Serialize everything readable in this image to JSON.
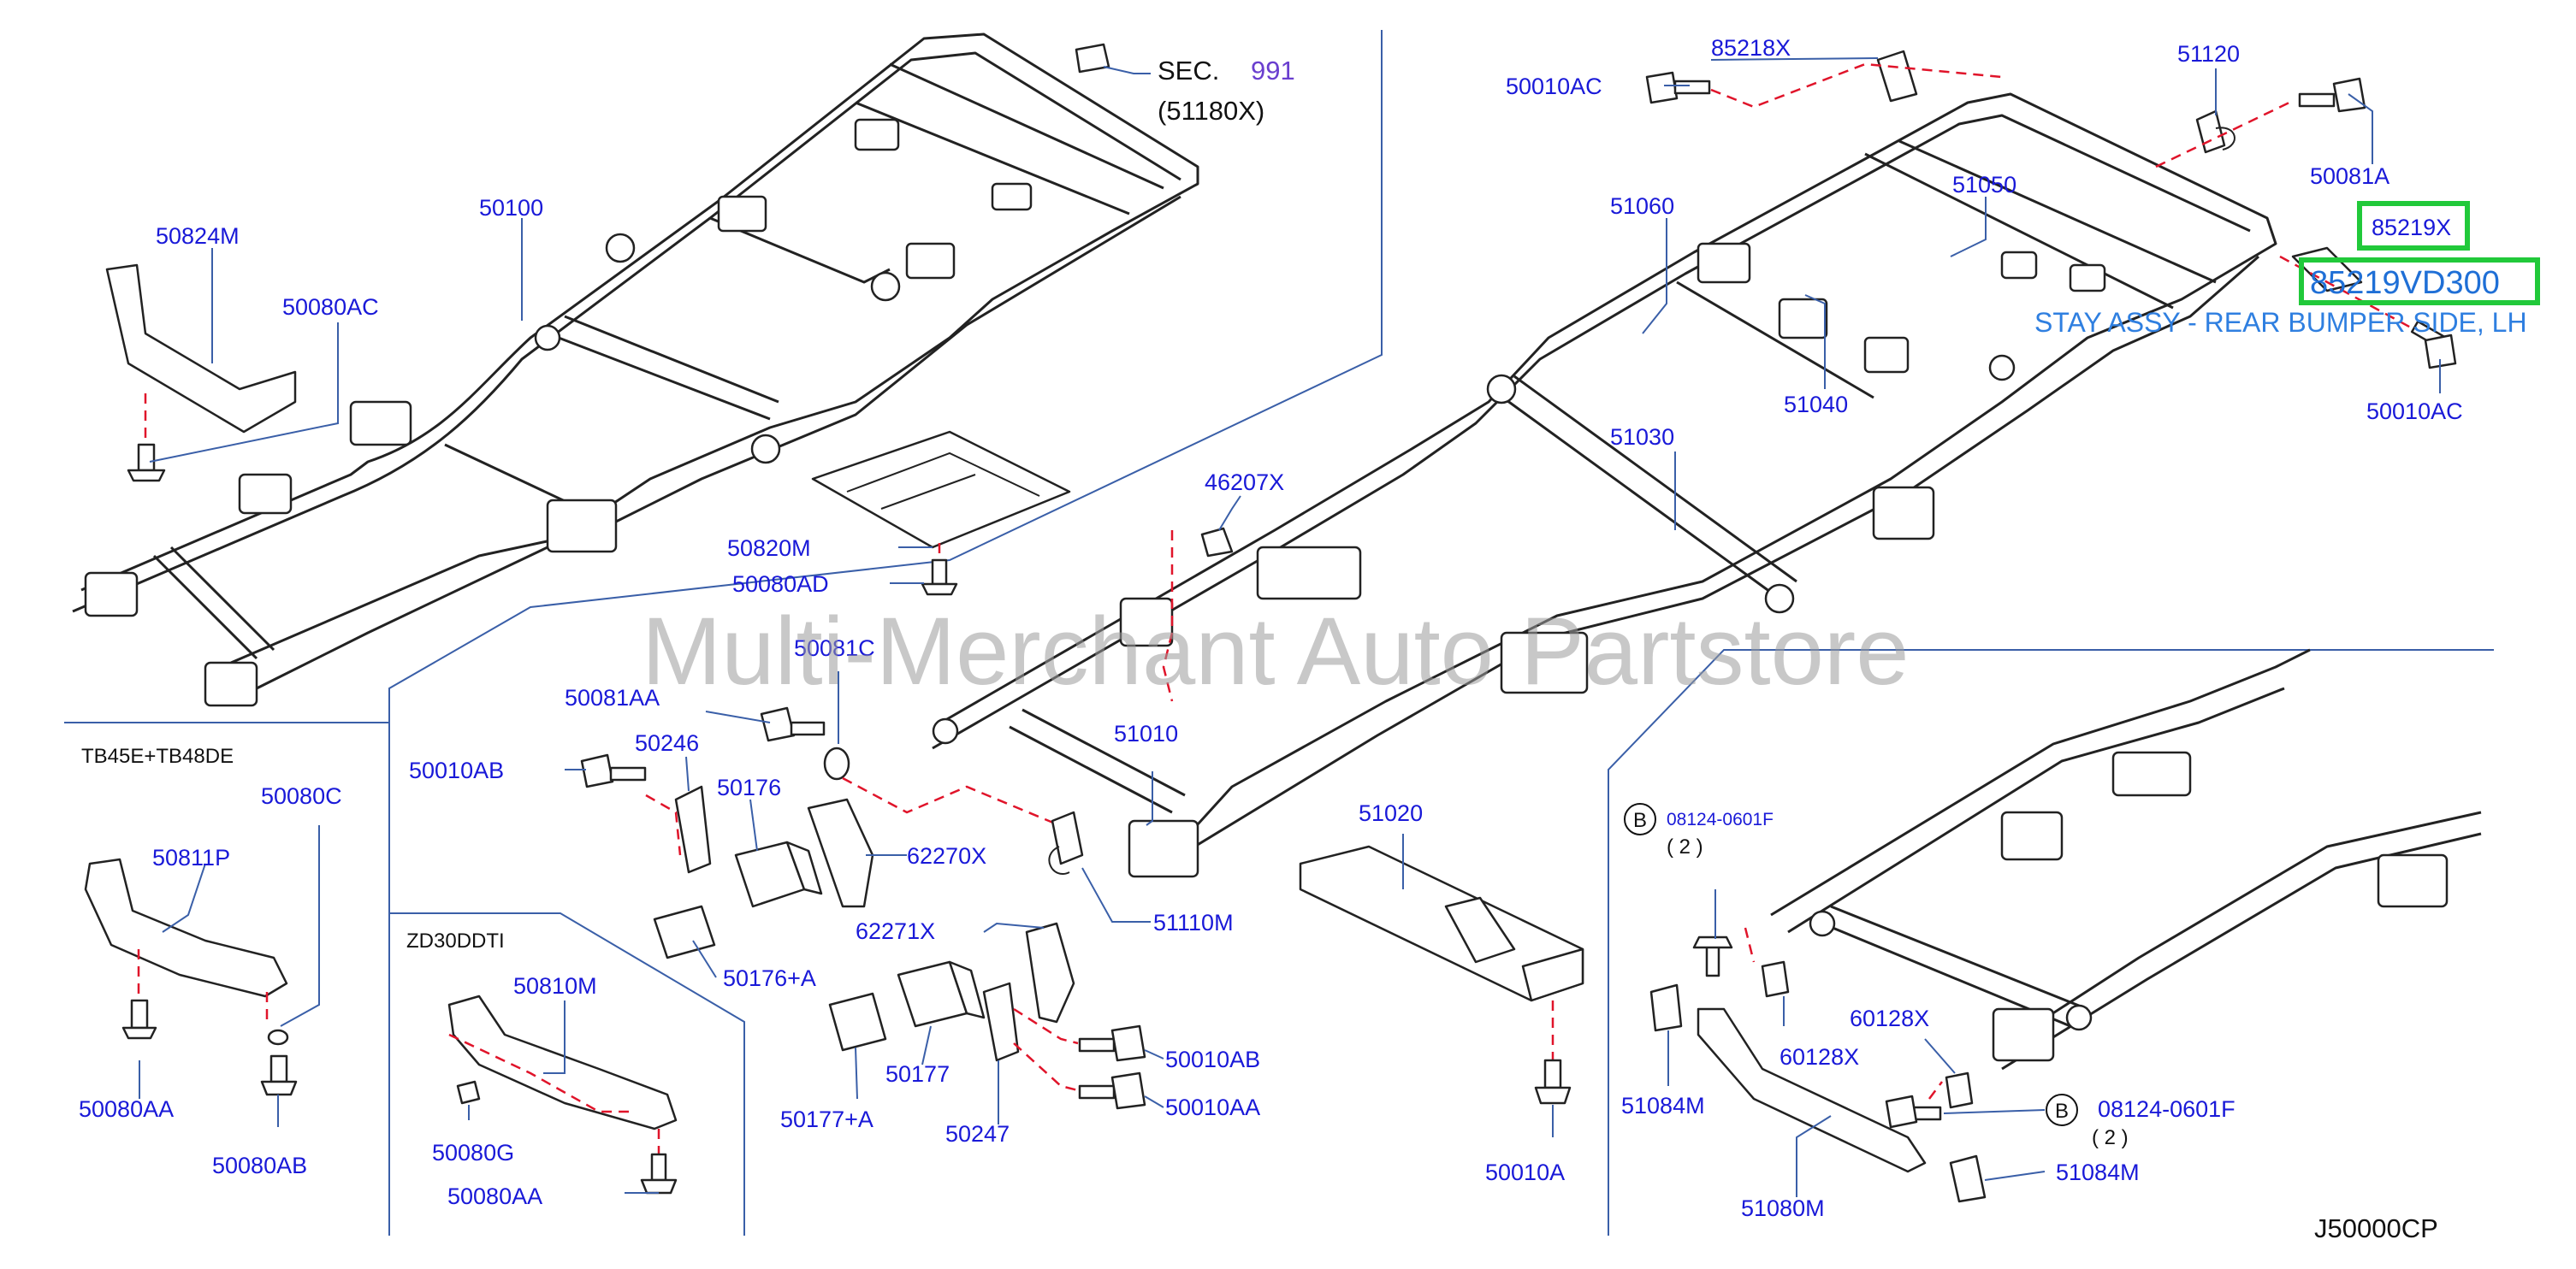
{
  "watermark": "Multi-Merchant Auto Partstore",
  "diagram_code": "J50000CP",
  "section_ref": {
    "prefix": "SEC.",
    "number": "991",
    "sub": "(51180X)"
  },
  "engine_groups": {
    "tb": "TB45E+TB48DE",
    "zd": "ZD30DDTI"
  },
  "highlight": {
    "part_number": "85219VD300",
    "description": "STAY ASSY - REAR BUMPER SIDE, LH",
    "ref": "85219X"
  },
  "bolt_callout": {
    "badge": "B",
    "part": "08124-0601F",
    "qty": "( 2 )"
  },
  "part_labels": {
    "p50100": "50100",
    "p50824M": "50824M",
    "p50080AC": "50080AC",
    "p50820M": "50820M",
    "p50080AD": "50080AD",
    "p50010AC_top": "50010AC",
    "p85218X": "85218X",
    "p51120": "51120",
    "p50081A": "50081A",
    "p51050": "51050",
    "p51060": "51060",
    "p50010AC_right": "50010AC",
    "p51030": "51030",
    "p51040": "51040",
    "p46207X": "46207X",
    "p50081C": "50081C",
    "p50081AA": "50081AA",
    "p50010AB_left": "50010AB",
    "p50246": "50246",
    "p50176": "50176",
    "p62270X": "62270X",
    "p51010": "51010",
    "p51110M": "51110M",
    "p50176A": "50176+A",
    "p62271X": "62271X",
    "p50177": "50177",
    "p50177A": "50177+A",
    "p50247": "50247",
    "p50010AB_mid": "50010AB",
    "p50010AA_mid": "50010AA",
    "p51020": "51020",
    "p50010A": "50010A",
    "p50080C": "50080C",
    "p50811P": "50811P",
    "p50080AA_left": "50080AA",
    "p50080AB": "50080AB",
    "p50810M": "50810M",
    "p50080G": "50080G",
    "p50080AA_bottom": "50080AA",
    "p60128X_a": "60128X",
    "p60128X_b": "60128X",
    "p51084M_a": "51084M",
    "p51084M_b": "51084M",
    "p51080M": "51080M"
  }
}
